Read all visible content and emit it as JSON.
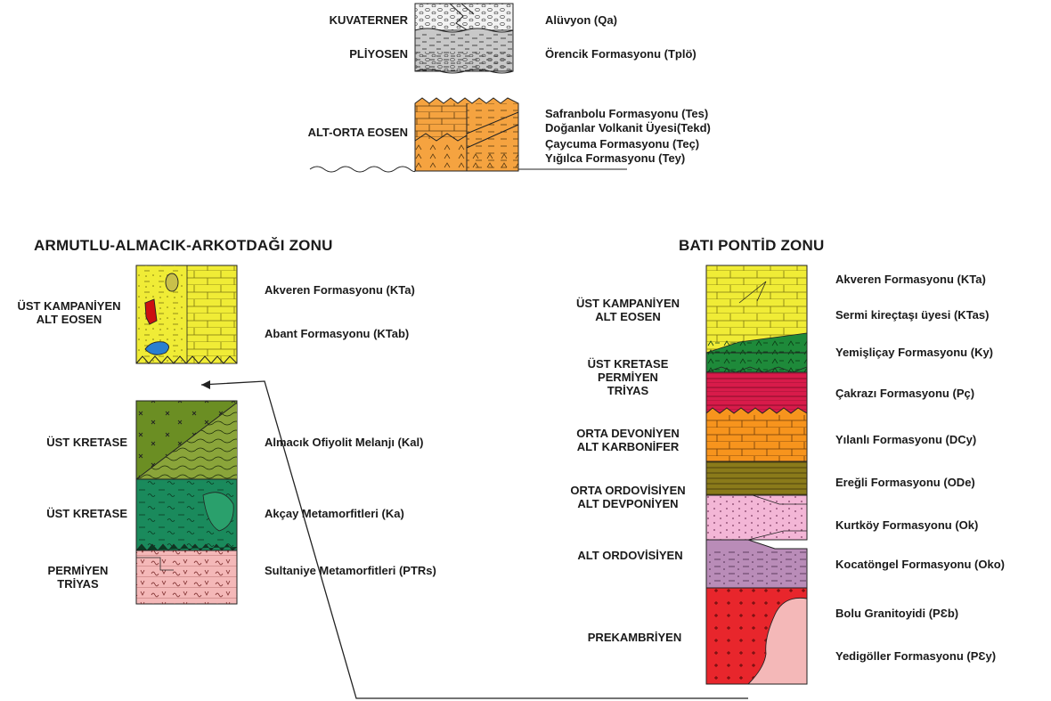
{
  "top": {
    "ages": [
      "KUVATERNER",
      "PLİYOSEN",
      "ALT-ORTA EOSEN"
    ],
    "units": [
      "Alüvyon (Qa)",
      "Örencik Formasyonu (Tplö)",
      "Safranbolu Formasyonu (Tes)",
      "Doğanlar Volkanit Üyesi(Tekd)",
      "Çaycuma Formasyonu (Teç)",
      "Yığılca Formasyonu (Tey)"
    ]
  },
  "left": {
    "title": "ARMUTLU-ALMACIK-ARKOTDAĞI ZONU",
    "ages": [
      "ÜST KAMPANİYEN",
      "ALT EOSEN",
      "ÜST KRETASE",
      "ÜST KRETASE",
      "PERMİYEN",
      "TRİYAS"
    ],
    "units": [
      "Akveren Formasyonu (KTa)",
      "Abant Formasyonu (KTab)",
      "Almacık Ofiyolit Melanjı (Kal)",
      "Akçay Metamorfitleri (Ka)",
      "Sultaniye Metamorfitleri (PTRs)"
    ]
  },
  "right": {
    "title": "BATI PONTİD ZONU",
    "ages": [
      "ÜST KAMPANİYEN",
      "ALT EOSEN",
      "ÜST KRETASE",
      "PERMİYEN",
      "TRİYAS",
      "ORTA DEVONİYEN",
      "ALT KARBONİFER",
      "ORTA ORDOVİSİYEN",
      "ALT DEVPONİYEN",
      "ALT ORDOVİSİYEN",
      "PREKAMBRİYEN"
    ],
    "units": [
      "Akveren Formasyonu (KTa)",
      "Sermi kireçtaşı üyesi (KTas)",
      "Yemişliçay Formasyonu (Ky)",
      "Çakrazı Formasyonu (Pç)",
      "Yılanlı Formasyonu (DCy)",
      "Ereğli Formasyonu (ODe)",
      "Kurtköy Formasyonu (Ok)",
      "Kocatöngel Formasyonu (Oko)",
      "Bolu Granitoyidi (PƐb)",
      "Yedigöller Formasyonu (PƐy)"
    ]
  },
  "colors": {
    "alluvium": "#f2f2f2",
    "pliocene": "#c8c8c8",
    "eocene": "#f5a340",
    "limestone_yellow": "#f0ec36",
    "green_ophiolite": "#6b8e23",
    "teal": "#1a8a5c",
    "pink": "#f4b8b8",
    "green_flysch": "#1e8a3a",
    "crimson": "#d81b4a",
    "orange": "#f7941d",
    "olive": "#8a7a1a",
    "light_pink": "#f3b6d6",
    "mauve": "#b98cb8",
    "granite_red": "#e8262c",
    "blue": "#2a7fd0",
    "red": "#cc1111"
  }
}
